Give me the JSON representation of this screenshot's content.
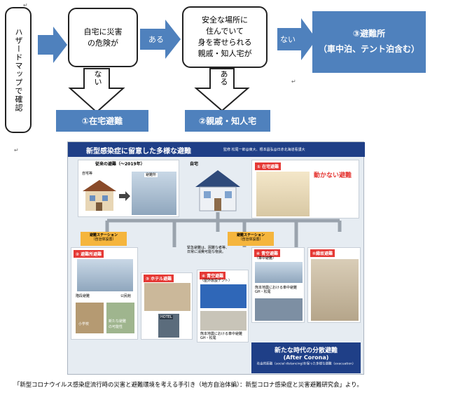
{
  "flow": {
    "hazard_map_label": "ハザードマップで確認",
    "q1": [
      "自宅に災害",
      "の危険が"
    ],
    "yes1": "ある",
    "no1": "ない",
    "q2": [
      "安全な場所に",
      "住んでいて",
      "身を寄せられる",
      "親戚・知人宅が"
    ],
    "yes2": "ある",
    "no2": "ない",
    "shelter": [
      "③避難所",
      "（車中泊、テント泊含む）"
    ],
    "home": "①在宅避難",
    "relatives": "②親戚・知人宅"
  },
  "poster": {
    "title": "新型感染症に留意した多様な避難",
    "supervisor": "監修 松尾一郎@東大、根本昌弘@日赤北海道看護大",
    "old_label": "従来の避難（～2019年）",
    "old_home": "自宅等",
    "old_shelter": "避難所",
    "home_label": "自宅",
    "p1_title": "① 在宅避難",
    "p1_stay": "動かない避難",
    "station1": "避難ステーション",
    "station1_sub": "（自治体設置）",
    "station2": "避難ステーション",
    "station2_sub": "（自治体設置）",
    "p2_title": "② 避難所避難",
    "p2_stair": "階段避難",
    "p2_small": "小学校",
    "p2_hall": "公民館",
    "p2_label1": "新たな避難",
    "p2_label2": "の可能性",
    "p3_title": "③ ホテル避難",
    "hotel_sign": "HOTEL",
    "p4_title": "④ 青空避難",
    "p4_sub": "（屋外仮設テント）",
    "p4_note": "熊本地震における車中避難 GH・松尾",
    "p5_title": "④ 青空避難",
    "p5_sub": "（車中避難）",
    "p5_note": "熊本地震における車中避難 GH・松尾",
    "p6_title": "⑤縁故避難",
    "emergency_note": [
      "緊急避難は、困難な者等、",
      "日常に消費可能な物資。"
    ],
    "banner_title": "新たな時代の分散避難",
    "banner_sub": "(After Corona)",
    "banner_caption": "社会的距離（social distancing)を保った多様な避難（evacuation）"
  },
  "citation": "「新型コロナウイルス感染症流行時の災害と避難環境を考える手引き（地方自治体編）：新型コロナ感染症と災害避難研究会」より。",
  "marks": {
    "return": "↵",
    "return_alt": "⏎"
  },
  "colors": {
    "arrow_blue": "#4f81bd",
    "poster_blue": "#1f3f87",
    "station_orange": "#f5b53d",
    "red": "#e53935"
  }
}
